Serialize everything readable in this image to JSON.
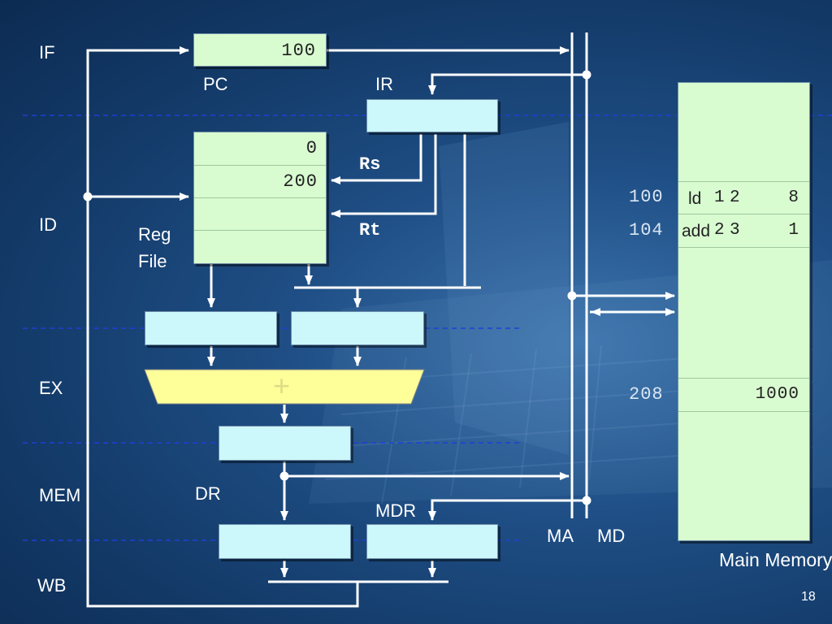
{
  "stages": [
    "IF",
    "ID",
    "EX",
    "MEM",
    "WB"
  ],
  "pc": {
    "label": "PC",
    "value": "100"
  },
  "ir": {
    "label": "IR"
  },
  "reg_file": {
    "label_line1": "Reg",
    "label_line2": "File",
    "r0": "0",
    "r1": "200"
  },
  "rs_label": "Rs",
  "rt_label": "Rt",
  "alu_symbol": "+",
  "dr_label": "DR",
  "mdr_label": "MDR",
  "ma_label": "MA",
  "md_label": "MD",
  "memory": {
    "label": "Main Memory",
    "rows": [
      {
        "addr": "100",
        "op": "ld",
        "a": "1",
        "b": "2",
        "c": "8"
      },
      {
        "addr": "104",
        "op": "add",
        "a": "2",
        "b": "3",
        "c": "1"
      }
    ],
    "row208": {
      "addr": "208",
      "value": "1000"
    }
  },
  "page_number": "18",
  "colors": {
    "register_green": "#d8fbd0",
    "register_cyan": "#ccf7fb",
    "alu_yellow": "#ffff99",
    "stage_divider": "#1e3fd8"
  }
}
